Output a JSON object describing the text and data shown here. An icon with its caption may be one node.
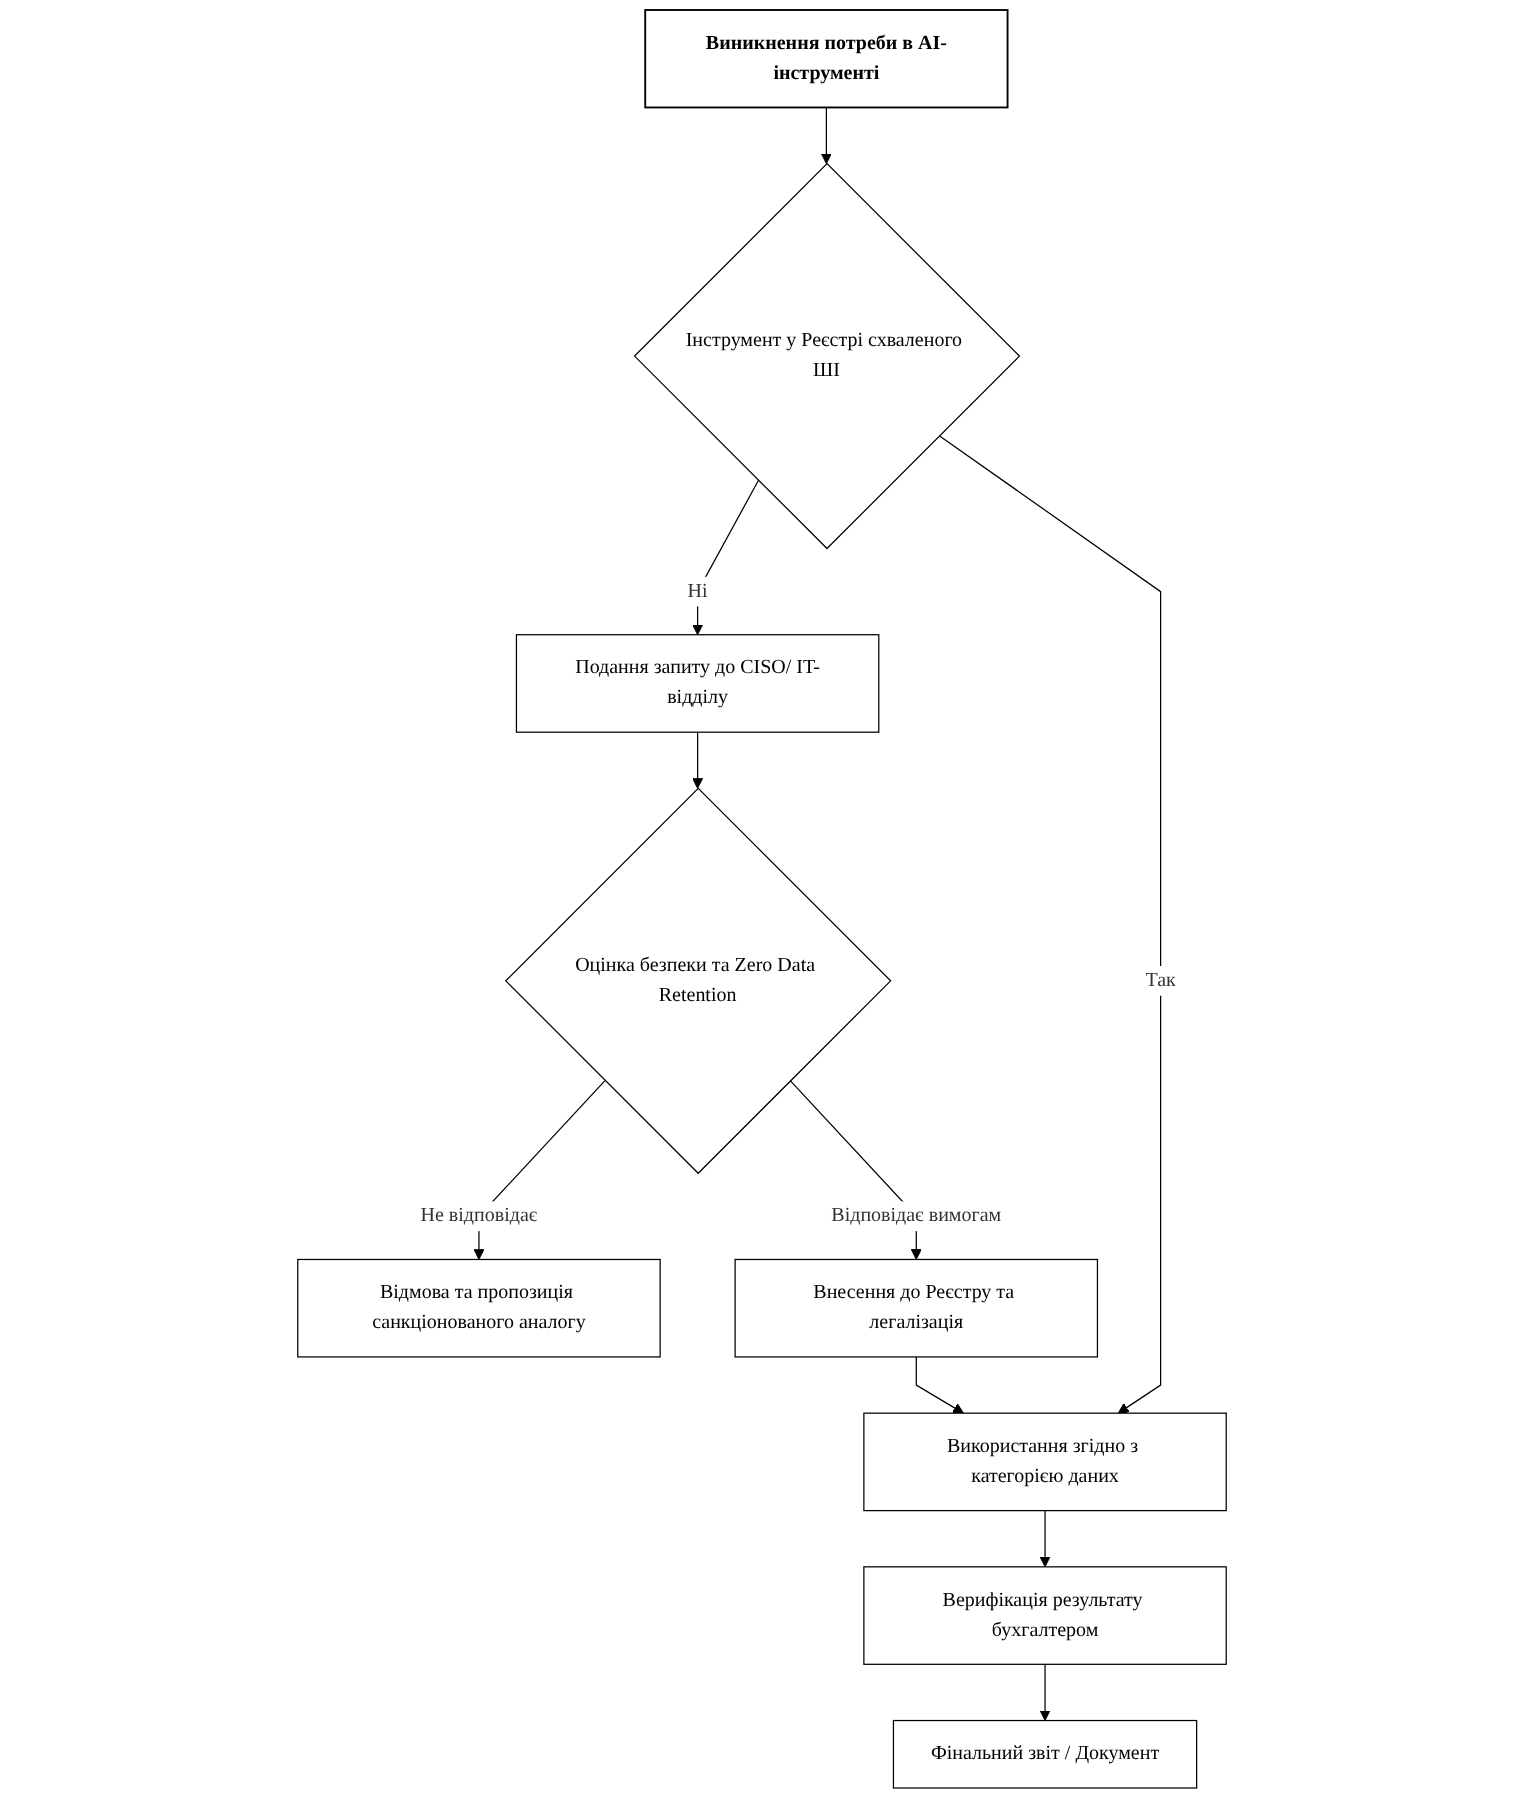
{
  "diagram": {
    "nodes": [
      {
        "text": [
          "Виникнення потреби в AI-інструменті"
        ]
      },
      {
        "text": [
          "Інструмент у Реєстрі схваленого ШІ"
        ]
      },
      {
        "text": [
          "Подання запиту до CISO/ IT-відділу"
        ]
      },
      {
        "text": [
          "Оцінка безпеки та Zero Data Retention"
        ]
      },
      {
        "text": [
          "Відмова та пропозиція санкціонованого аналогу"
        ]
      },
      {
        "text": [
          "Внесення до Реєстру та легалізація"
        ]
      },
      {
        "text": [
          "Використання згідно з категорією даних"
        ]
      },
      {
        "text": [
          "Верифікація результату бухгалтером"
        ]
      },
      {
        "text": [
          "Фінальний звіт / Документ"
        ]
      }
    ],
    "edges": [
      {
        "from": 0,
        "to": 1,
        "arrow": "to"
      },
      {
        "from": 1,
        "to": 2,
        "arrow": "to",
        "label": "Ні"
      },
      {
        "from": 1,
        "to": 6,
        "arrow": "to",
        "label": "Так"
      },
      {
        "from": 2,
        "to": 3,
        "arrow": "to"
      },
      {
        "from": 3,
        "to": 4,
        "arrow": "to",
        "label": "Не відповідає"
      },
      {
        "from": 3,
        "to": 5,
        "arrow": "to",
        "label": "Відповідає вимогам"
      },
      {
        "from": 5,
        "to": 6,
        "arrow": "to"
      },
      {
        "from": 6,
        "to": 7,
        "arrow": "to"
      },
      {
        "from": 7,
        "to": 8,
        "arrow": "to"
      }
    ]
  }
}
